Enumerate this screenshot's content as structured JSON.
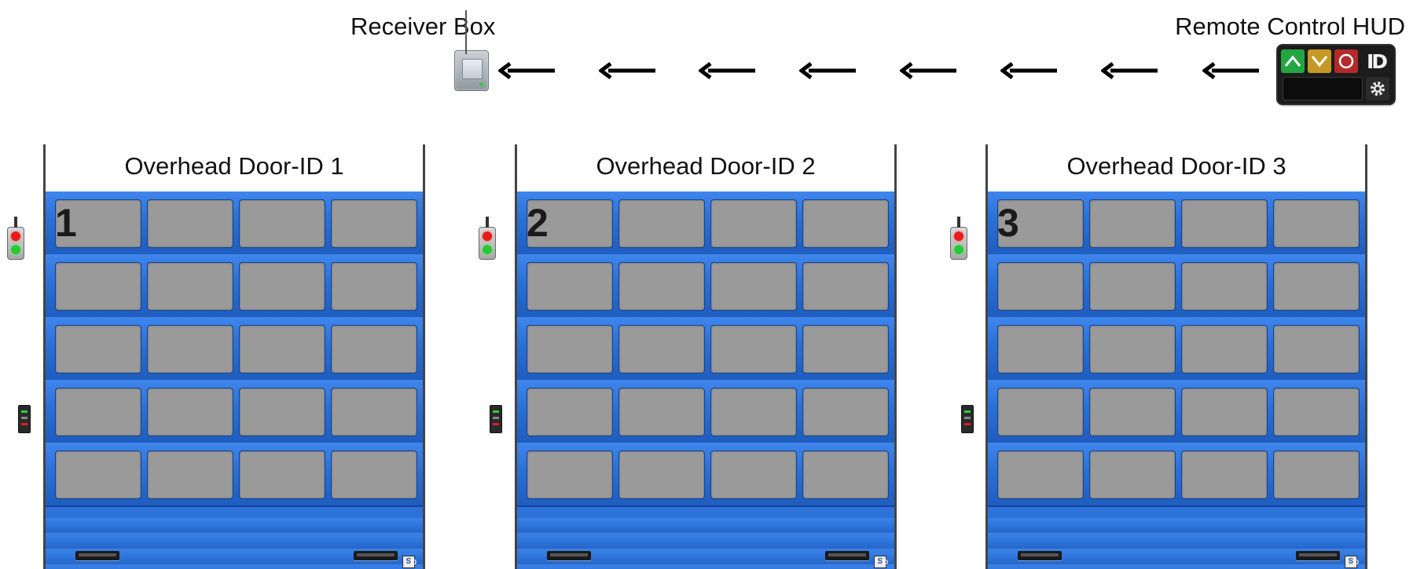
{
  "receiver": {
    "label": "Receiver Box"
  },
  "hud": {
    "label": "Remote Control HUD",
    "logo_text": "ID",
    "buttons": [
      {
        "name": "up",
        "icon": "chevron-up-icon",
        "color": "#23a642"
      },
      {
        "name": "down",
        "icon": "chevron-down-icon",
        "color": "#c49a24"
      },
      {
        "name": "stop",
        "icon": "stop-circle-icon",
        "color": "#b42a2a"
      }
    ]
  },
  "signal_arrows": {
    "count": 8,
    "direction": "left",
    "icon": "arrow-left-icon"
  },
  "doors": [
    {
      "title": "Overhead Door-ID 1",
      "number": "1"
    },
    {
      "title": "Overhead Door-ID 2",
      "number": "2"
    },
    {
      "title": "Overhead Door-ID 3",
      "number": "3"
    }
  ],
  "door_style": {
    "panel_color": "#2d72d9",
    "window_color": "#9a9a9a",
    "window_rows": 5,
    "window_cols": 4,
    "badge_text": "S"
  },
  "side_devices": {
    "traffic_light_icon": "traffic-light-icon",
    "wall_switch_icon": "wall-switch-icon"
  }
}
